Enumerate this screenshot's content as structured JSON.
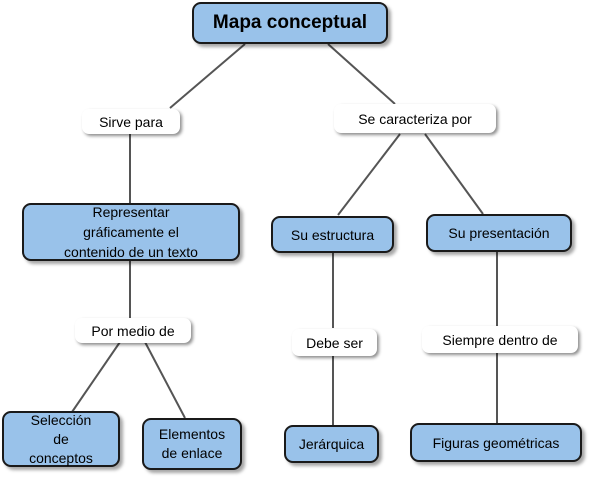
{
  "colors": {
    "node_fill": "#99c2ea",
    "node_border": "#1a1a1a",
    "line": "#555555",
    "background": "#ffffff"
  },
  "nodes": {
    "root": "Mapa conceptual",
    "representar": "Representar gráficamente el contenido de un texto",
    "estructura": "Su estructura",
    "presentacion": "Su presentación",
    "seleccion": "Selección de conceptos",
    "elementos": "Elementos de enlace",
    "jerarquica": "Jerárquica",
    "figuras": "Figuras geométricas"
  },
  "links": {
    "sirve_para": "Sirve para",
    "se_caracteriza_por": "Se caracteriza por",
    "por_medio_de": "Por medio de",
    "debe_ser": "Debe ser",
    "siempre_dentro_de": "Siempre dentro de"
  }
}
